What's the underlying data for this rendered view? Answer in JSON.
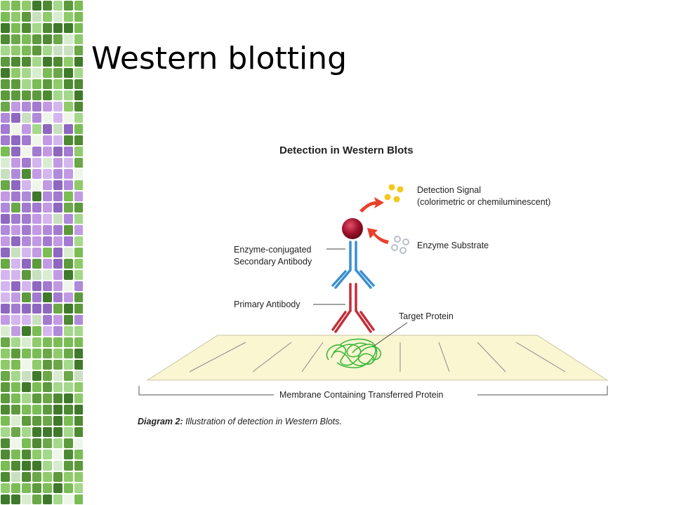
{
  "slide": {
    "title": "Western blotting"
  },
  "diagram": {
    "heading": "Detection in Western Blots",
    "labels": {
      "detection_signal_line1": "Detection Signal",
      "detection_signal_line2": "(colorimetric or chemiluminescent)",
      "enzyme_substrate": "Enzyme Substrate",
      "secondary_line1": "Enzyme-conjugated",
      "secondary_line2": "Secondary Antibody",
      "primary_antibody": "Primary Antibody",
      "target_protein": "Target Protein",
      "membrane": "Membrane Containing Transferred Protein"
    },
    "caption": {
      "bold": "Diagram 2:",
      "text": " Illustration of detection in Western Blots."
    }
  },
  "colors": {
    "secondary_antibody": "#3a8fd0",
    "primary_antibody": "#c0303a",
    "enzyme": "#a0102a",
    "signal_dots": "#f2c81e",
    "substrate_dots": "#c8cdd2",
    "arrow": "#e8402a",
    "protein": "#3cb83a",
    "membrane_fill": "#fbf6d2",
    "sidebar_green": "#6fae4a",
    "sidebar_purple": "#b58ad8"
  }
}
